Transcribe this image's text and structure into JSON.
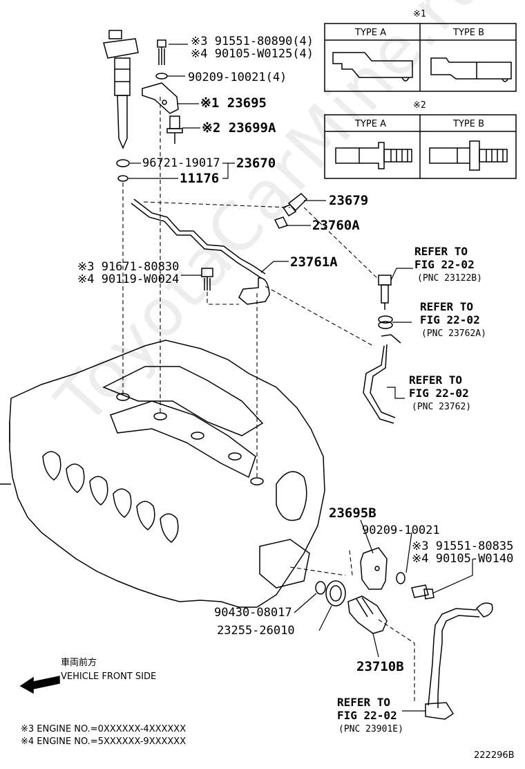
{
  "legend_box_1": {
    "mark": "※1",
    "type_a": "TYPE A",
    "type_b": "TYPE B"
  },
  "legend_box_2": {
    "mark": "※2",
    "type_a": "TYPE A",
    "type_b": "TYPE B"
  },
  "labels": {
    "p_91551_80890": "※3  91551-80890(4)",
    "p_90105_w0125": "※4  90105-W0125(4)",
    "p_90209_10021_4": "90209-10021(4)",
    "p_23695": "※1  23695",
    "p_23699a": "※2  23699A",
    "p_96721_19017": "96721-19017",
    "p_23670": "23670",
    "p_11176": "11176",
    "p_23679": "23679",
    "p_23760a": "23760A",
    "p_23761a": "23761A",
    "p_91671_80830": "※3  91671-80830",
    "p_90119_w0024": "※4  90119-W0024",
    "p_23695b": "23695B",
    "p_90209_10021": "90209-10021",
    "p_91551_80835": "※3  91551-80835",
    "p_90105_w0140": "※4  90105-W0140",
    "p_90430_08017": "90430-08017",
    "p_23255_26010": "23255-26010",
    "p_23710b": "23710B"
  },
  "refs": [
    {
      "line1": "REFER TO",
      "line2": "FIG 22-02",
      "pnc": "(PNC 23122B)"
    },
    {
      "line1": "REFER TO",
      "line2": "FIG 22-02",
      "pnc": "(PNC 23762A)"
    },
    {
      "line1": "REFER TO",
      "line2": "FIG 22-02",
      "pnc": "(PNC 23762)"
    },
    {
      "line1": "REFER TO",
      "line2": "FIG 22-02",
      "pnc": "(PNC 23901E)"
    }
  ],
  "front": {
    "jp": "車両前方",
    "en": "VEHICLE FRONT SIDE"
  },
  "notes": [
    "※3  ENGINE NO.=0XXXXXX-4XXXXXX",
    "※4  ENGINE NO.=5XXXXXX-9XXXXXX"
  ],
  "figure_code": "222296B",
  "watermark": "ToyotaCarMine.ru"
}
